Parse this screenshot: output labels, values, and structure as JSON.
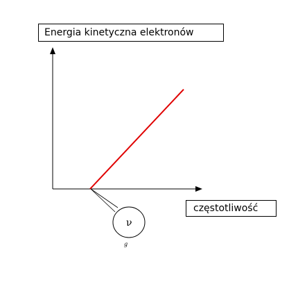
{
  "chart_data": {
    "type": "line",
    "ylabel": "Energia kinetyczna elektronów",
    "xlabel": "częstotliwość",
    "threshold_label": {
      "symbol": "ν",
      "subscript": "g"
    },
    "series": [
      {
        "x": [
          1,
          3.5
        ],
        "y": [
          0,
          2.15
        ]
      }
    ],
    "xlim": [
      0,
      4
    ],
    "ylim": [
      0,
      3
    ],
    "colors": {
      "line": "#e00000",
      "axes": "#000000"
    }
  }
}
